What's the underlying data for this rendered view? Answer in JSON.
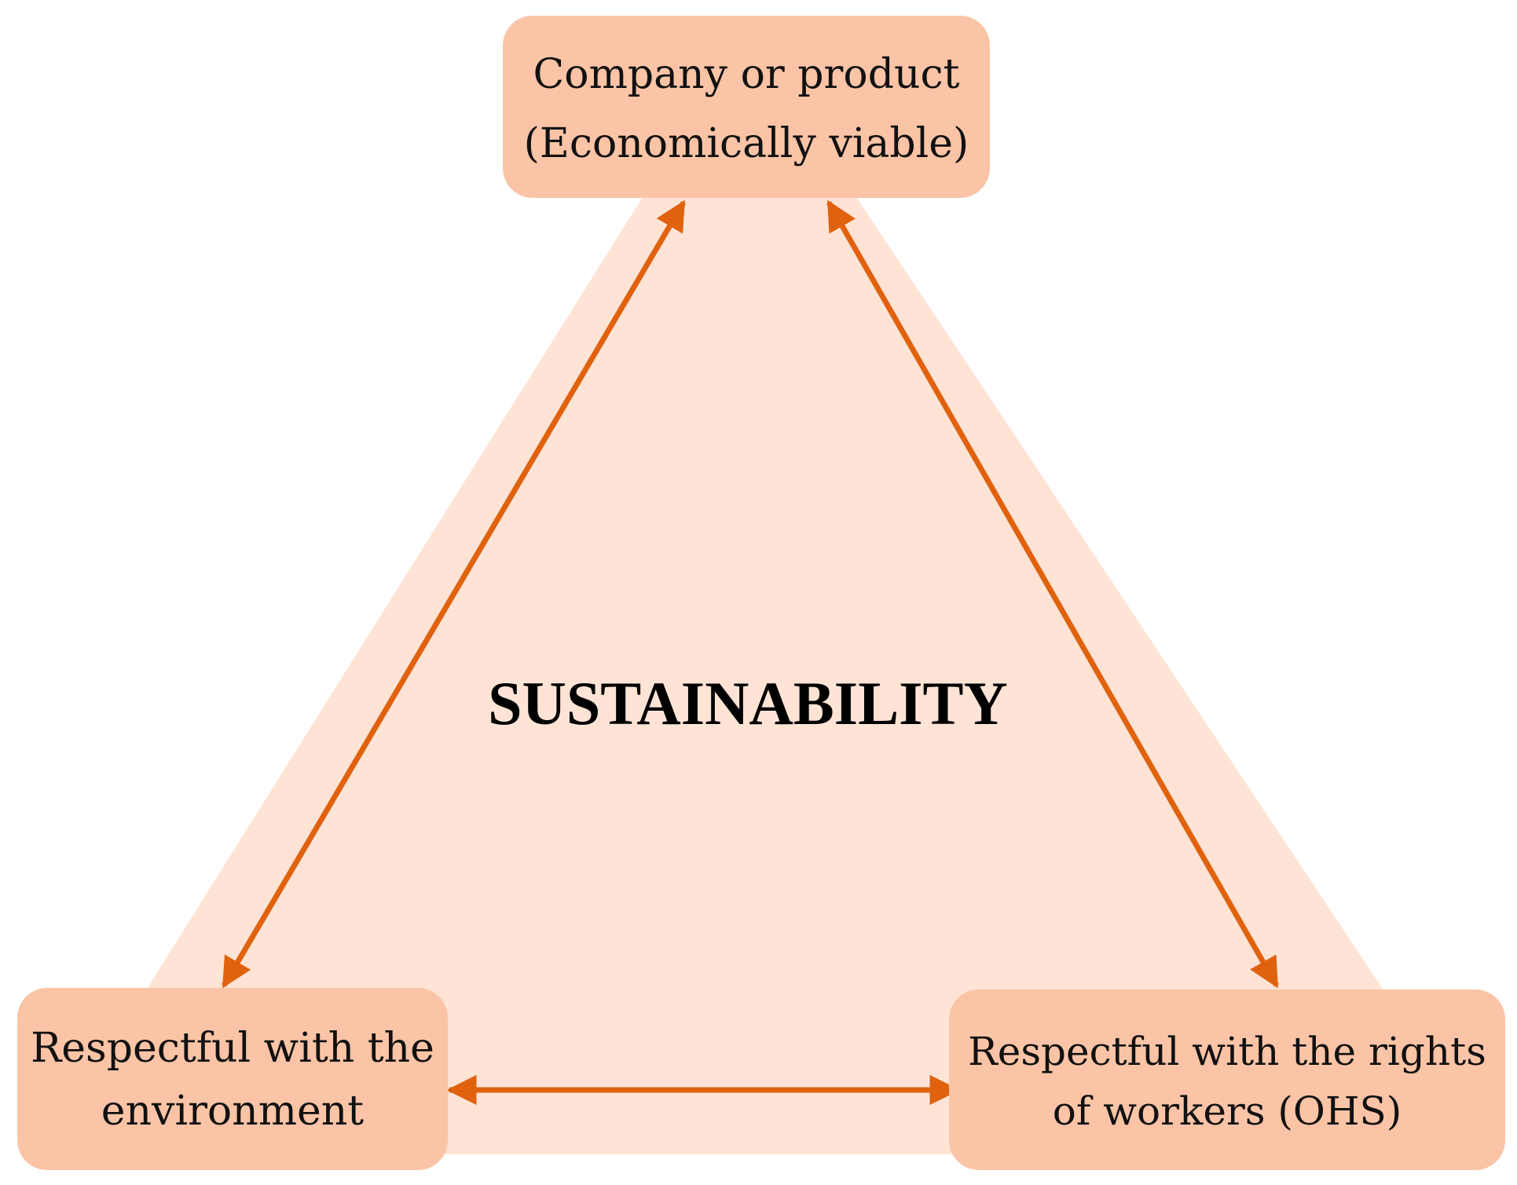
{
  "diagram": {
    "center_label": "SUSTAINABILITY",
    "nodes": {
      "top": {
        "line1": "Company or product",
        "line2": "(Economically viable)"
      },
      "left": {
        "line1": "Respectful with the",
        "line2": "environment"
      },
      "right": {
        "line1": "Respectful with the rights",
        "line2": "of workers (OHS)"
      }
    },
    "colors": {
      "triangle_fill": "#FFE4D6",
      "box_fill": "#FBC4A6",
      "arrow": "#E0620F",
      "text": "#111111"
    }
  }
}
